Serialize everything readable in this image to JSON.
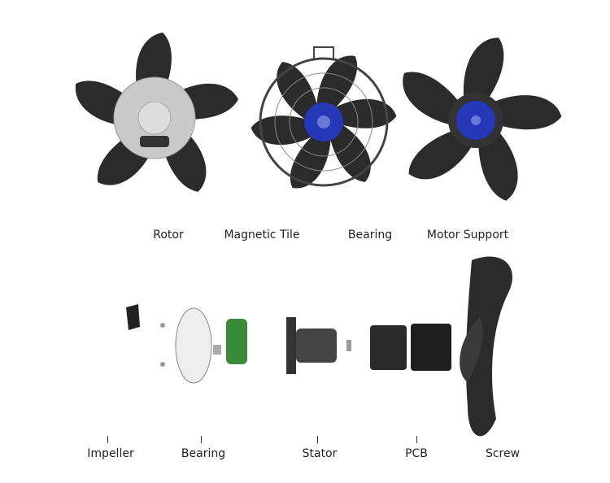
{
  "top_labels": [
    "Rotor",
    "Magnetic Tile",
    "Bearing",
    "Motor Support"
  ],
  "bottom_labels": [
    "Impeller",
    "Bearing",
    "Stator",
    "PCB",
    "Screw"
  ],
  "colors": {
    "blade": "#2b2b2b",
    "hub_silver": "#c9c9c9",
    "hub_blue": "#2438b8",
    "pcb_green": "#3a8a3a"
  }
}
